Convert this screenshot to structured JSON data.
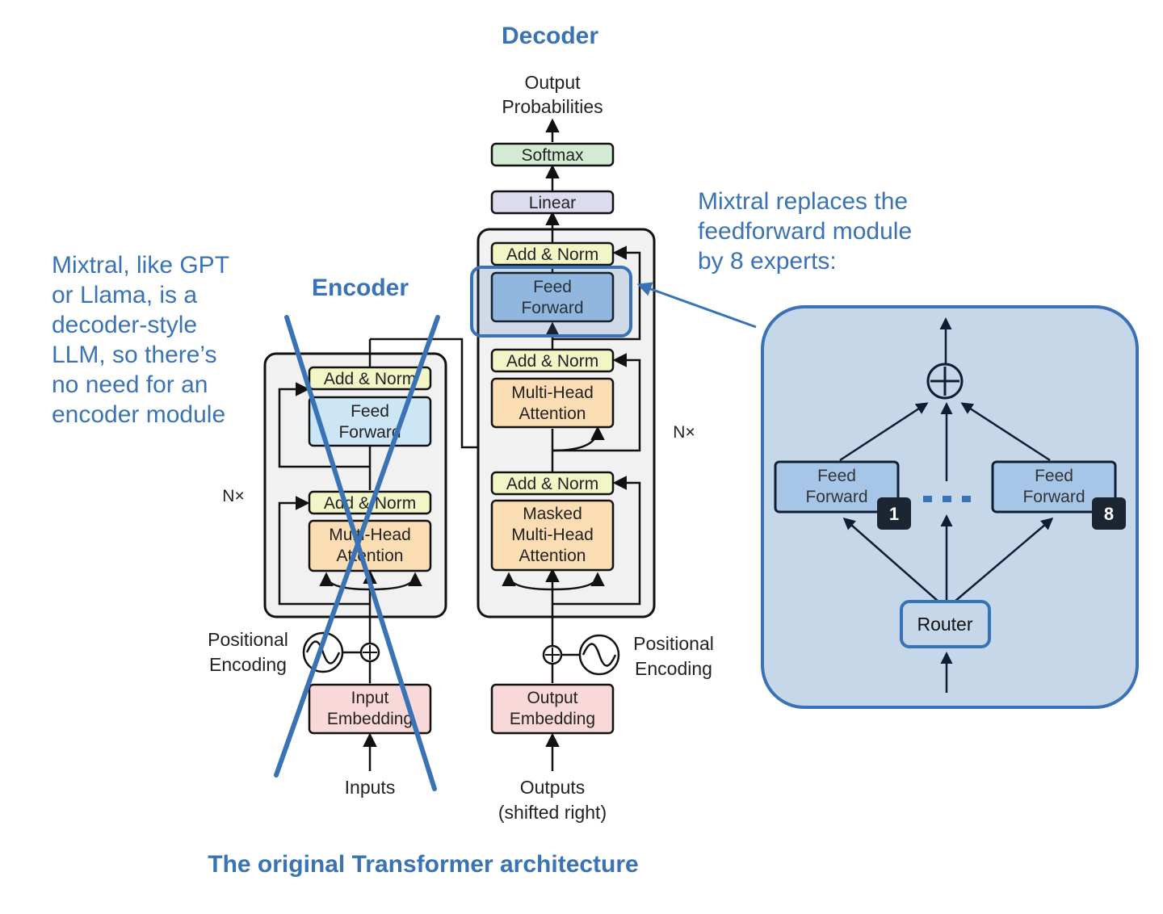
{
  "headings": {
    "decoder": "Decoder",
    "encoder": "Encoder",
    "caption": "The original Transformer architecture"
  },
  "annotations": {
    "left_note": [
      "Mixtral, like GPT",
      "or Llama, is a",
      "decoder-style",
      "LLM, so there’s",
      "no need for an",
      "encoder module"
    ],
    "right_note": [
      "Mixtral replaces the",
      "feedforward module",
      "by 8 experts:"
    ]
  },
  "decoder": {
    "output_label": [
      "Output",
      "Probabilities"
    ],
    "softmax": "Softmax",
    "linear": "Linear",
    "add_norm": "Add & Norm",
    "feed_forward": [
      "Feed",
      "Forward"
    ],
    "multi_head": [
      "Multi-Head",
      "Attention"
    ],
    "masked_multi_head": [
      "Masked",
      "Multi-Head",
      "Attention"
    ],
    "nx": "N×",
    "positional": [
      "Positional",
      "Encoding"
    ],
    "embedding": [
      "Output",
      "Embedding"
    ],
    "input_label": [
      "Outputs",
      "(shifted right)"
    ]
  },
  "encoder": {
    "add_norm": "Add & Norm",
    "feed_forward": [
      "Feed",
      "Forward"
    ],
    "multi_head": [
      "Multi-Head",
      "Attention"
    ],
    "nx": "N×",
    "positional": [
      "Positional",
      "Encoding"
    ],
    "embedding": [
      "Input",
      "Embedding"
    ],
    "input_label": "Inputs"
  },
  "moe": {
    "expert_label": [
      "Feed",
      "Forward"
    ],
    "expert_first_badge": "1",
    "expert_last_badge": "8",
    "router": "Router"
  },
  "colors": {
    "annotation_blue": "#3a73b5",
    "softmax_fill": "#d3ebd3",
    "linear_fill": "#dcdcee",
    "add_norm_fill": "#f2f5c6",
    "feed_forward_fill_encoder": "#cce6f6",
    "feed_forward_fill_decoder": "#a7c6e7",
    "attention_fill": "#fbddb3",
    "embedding_fill": "#f8d8d8",
    "stack_fill": "#f1f1f1",
    "moe_panel_fill": "#c6d7ea",
    "badge_fill": "#1b2632"
  }
}
